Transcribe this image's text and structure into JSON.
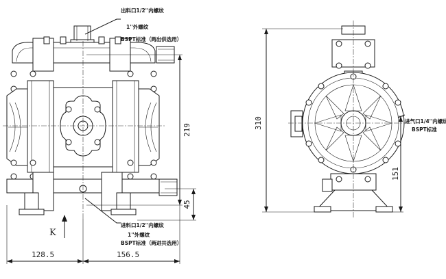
{
  "front_view": {
    "outlet_note": {
      "line1": "出料口1/2''内螺纹",
      "line2": "1''外螺纹",
      "line3": "BSPT标准（两出供选用）"
    },
    "inlet_note": {
      "line1": "进料口1/2''内螺纹",
      "line2": "1''外螺纹",
      "line3": "BSPT标准（两进共选用）"
    },
    "view_label": "K",
    "dimensions": {
      "height_outlet": "219",
      "height_inlet": "45",
      "width_left": "128.5",
      "width_right": "156.5"
    }
  },
  "side_view": {
    "air_note": {
      "line1": "进气口1/4''内螺纹",
      "line2": "BSPT标准"
    },
    "dimensions": {
      "overall_height": "310",
      "air_inlet_height": "151"
    }
  }
}
